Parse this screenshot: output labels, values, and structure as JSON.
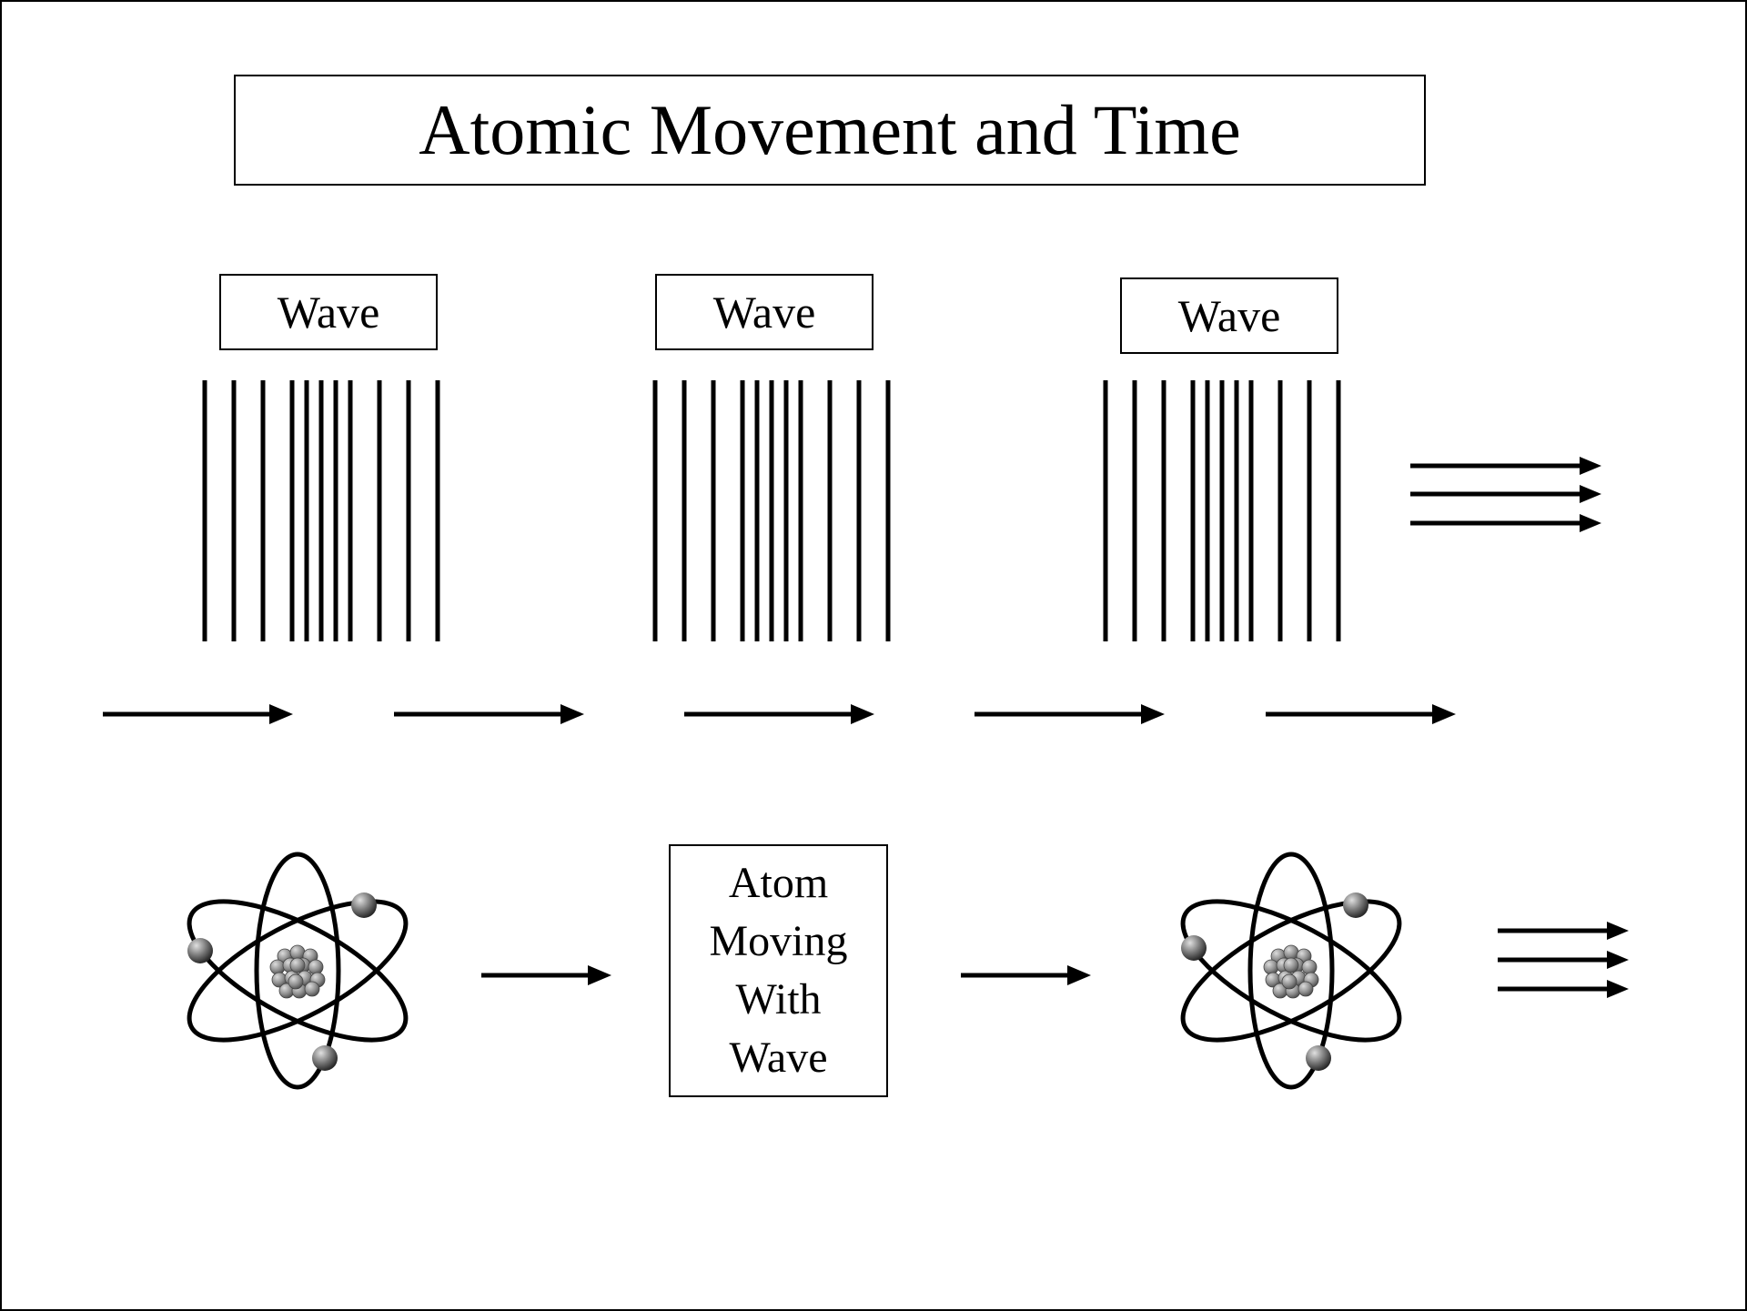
{
  "title": "Atomic Movement and Time",
  "wave_labels": [
    "Wave",
    "Wave",
    "Wave"
  ],
  "center_box": {
    "lines": [
      "Atom",
      "Moving",
      "With",
      "Wave"
    ]
  },
  "icons": {
    "atom": "atom-icon",
    "arrow": "right-arrow-icon",
    "triple_arrow": "triple-right-arrow-icon"
  },
  "colors": {
    "stroke": "#000000",
    "electron": "#777777",
    "nucleus": "#8a8a8a"
  }
}
